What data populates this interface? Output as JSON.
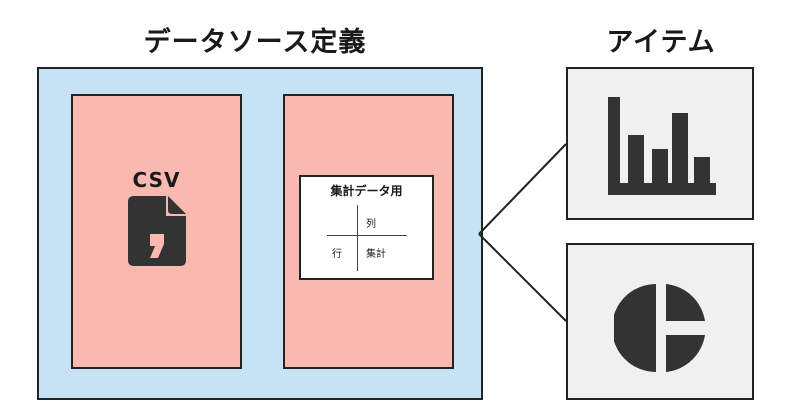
{
  "headings": {
    "datasource": "データソース定義",
    "items": "アイテム"
  },
  "datasource": {
    "csv_card": {
      "label": "CSV",
      "icon": "csv-file-icon"
    },
    "aggregate_card": {
      "title": "集計データ用",
      "column_label": "列",
      "row_label": "行",
      "value_label": "集計"
    }
  },
  "items": [
    {
      "icon": "bar-chart-icon"
    },
    {
      "icon": "pie-chart-icon"
    }
  ],
  "colors": {
    "datasource_fill": "#c5e3f5",
    "card_fill": "#f9b8b0",
    "item_fill": "#f0f0f0",
    "icon_dark": "#333333"
  }
}
